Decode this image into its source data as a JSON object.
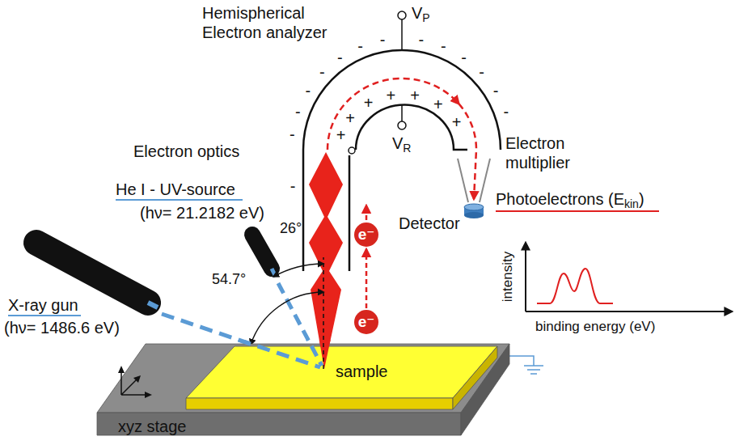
{
  "diagram": {
    "nodes": [
      {
        "text": [
          "xyz stage"
        ]
      },
      {
        "text": [
          "sample"
        ],
        "in": 0
      },
      {
        "text": [
          "e⁻"
        ]
      },
      {
        "text": [
          "e⁻"
        ]
      }
    ],
    "edges": [
      {
        "from": 3,
        "to": 2,
        "arrow": "to"
      }
    ],
    "labels": [
      "Hemispherical Electron analyzer",
      "VP",
      "VR",
      "Electron optics",
      "He I - UV-source",
      "(hν= 21.2182 eV)",
      "X-ray gun",
      "(hν= 1486.6 eV)",
      "26°",
      "54.7°",
      "Electron multiplier",
      "Detector",
      "Photoelectrons (Ekin)",
      "intensity",
      "binding energy (eV)",
      "-",
      "-",
      "-",
      "-",
      "-",
      "-",
      "-",
      "-",
      "-",
      "-",
      "-",
      "-",
      "-",
      "-",
      "+",
      "+",
      "+",
      "+",
      "+",
      "+",
      "+"
    ]
  }
}
